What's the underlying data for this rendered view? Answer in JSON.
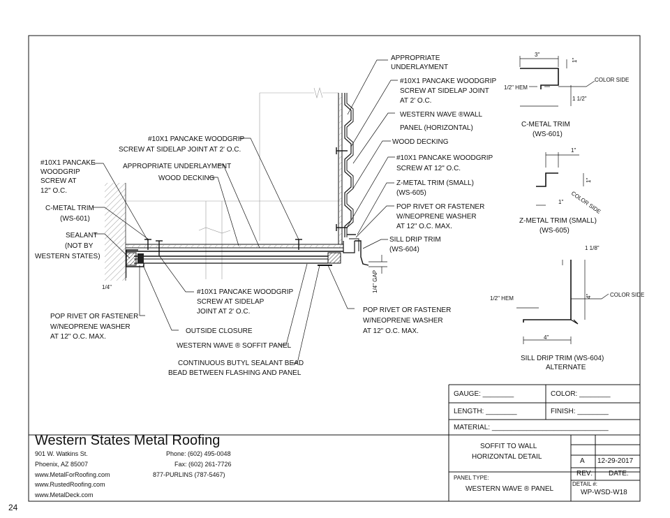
{
  "company": {
    "name": "Western States Metal Roofing",
    "address1": "901 W. Watkins St.",
    "address2": "Phoenix, AZ 85007",
    "phone": "Phone: (602) 495-0048",
    "fax": "Fax: (602) 261-7726",
    "tollfree": "877-PURLINS (787-5467)",
    "web1": "www.MetalForRoofing.com",
    "web2": "www.RustedRoofing.com",
    "web3": "www.MetalDeck.com"
  },
  "fields": {
    "gauge": "GAUGE: ________",
    "color": "COLOR: ________",
    "length": "LENGTH: ________",
    "finish": "FINISH: ________",
    "material": "MATERIAL: ______________________________"
  },
  "title_block": {
    "title1": "SOFFIT TO WALL",
    "title2": "HORIZONTAL DETAIL",
    "rev_value": "A",
    "date_value": "12-29-2017",
    "rev_label": "REV:",
    "date_label": "DATE:",
    "panel_type_label": "PANEL TYPE:",
    "panel_type_value": "WESTERN WAVE ® PANEL",
    "detail_label": "DETAIL #:",
    "detail_value": "WP-WSD-W18"
  },
  "page_number": "24",
  "callouts": {
    "underlayment_top": [
      "APPROPRIATE",
      "UNDERLAYMENT"
    ],
    "screw_sidelap_top": [
      "#10X1 PANCAKE WOODGRIP",
      "SCREW AT SIDELAP JOINT",
      "AT 2' O.C."
    ],
    "wall_panel": [
      "WESTERN WAVE ®WALL",
      "PANEL (HORIZONTAL)"
    ],
    "wood_decking_right": [
      "WOOD DECKING"
    ],
    "screw_12_right": [
      "#10X1 PANCAKE WOODGRIP",
      "SCREW AT 12\" O.C."
    ],
    "z_trim_label": [
      "Z-METAL TRIM (SMALL)",
      "(WS-605)"
    ],
    "pop_rivet_right_upper": [
      "POP RIVET OR FASTENER",
      "W/NEOPRENE WASHER",
      "AT 12\" O.C. MAX."
    ],
    "sill_drip_label": [
      "SILL DRIP TRIM",
      "(WS-604)"
    ],
    "screw_sidelap_mid": [
      "#10X1 PANCAKE WOODGRIP",
      "SCREW AT SIDELAP JOINT AT 2' O.C."
    ],
    "underlayment_mid": [
      "APPROPRIATE UNDERLAYMENT"
    ],
    "wood_decking_mid": [
      "WOOD DECKING"
    ],
    "screw_12_left": [
      "#10X1 PANCAKE",
      "WOODGRIP",
      "SCREW AT",
      "12\" O.C."
    ],
    "c_trim_label": [
      "C-METAL TRIM",
      "(WS-601)"
    ],
    "sealant": [
      "SEALANT",
      "(NOT BY",
      "WESTERN STATES)"
    ],
    "screw_sidelap_low": [
      "#10X1 PANCAKE WOODGRIP",
      "SCREW AT SIDELAP",
      "JOINT AT 2' O.C."
    ],
    "pop_rivet_left": [
      "POP RIVET OR FASTENER",
      "W/NEOPRENE WASHER",
      "AT 12\" O.C. MAX."
    ],
    "outside_closure": [
      "OUTSIDE CLOSURE"
    ],
    "soffit_panel": [
      "WESTERN WAVE ® SOFFIT PANEL"
    ],
    "butyl": [
      "CONTINUOUS BUTYL SEALANT BEAD",
      "BEAD BETWEEN FLASHING AND PANEL"
    ],
    "pop_rivet_right_lower": [
      "POP RIVET OR FASTENER",
      "W/NEOPRENE WASHER",
      "AT 12\" O.C. MAX."
    ],
    "quarter_dim": "1/4\"",
    "gap": "1/4\" GAP"
  },
  "profiles": {
    "c_trim": {
      "dim_top": "3\"",
      "dim_right": "1\"",
      "hem": "1/2\" HEM",
      "dim_lip": "1 1/2\"",
      "color_side": "COLOR SIDE",
      "name": [
        "C-METAL TRIM",
        "(WS-601)"
      ]
    },
    "z_trim": {
      "dim_top": "1\"",
      "dim_right": "1\"",
      "dim_bottom": "1\"",
      "color_side": "COLOR SIDE",
      "name": [
        "Z-METAL TRIM (SMALL)",
        "(WS-605)"
      ]
    },
    "sill_trim": {
      "dim_top": "1 1/8\"",
      "dim_side": "4\"",
      "hem": "1/2\" HEM",
      "dim_bottom": "4\"",
      "color_side": "COLOR SIDE",
      "name": [
        "SILL DRIP TRIM (WS-604)",
        "ALTERNATE"
      ]
    }
  }
}
